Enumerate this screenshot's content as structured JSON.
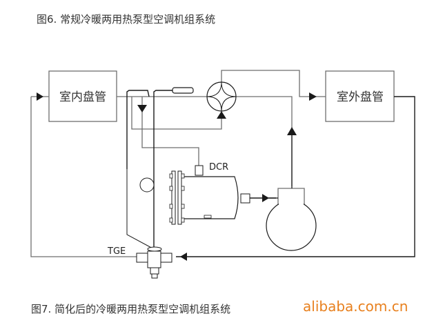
{
  "figure_captions": {
    "top": "图6. 常规冷暖两用热泵型空调机组系统",
    "bottom": "图7. 简化后的冷暖两用热泵型空调机组系统"
  },
  "watermark": "alibaba.com.cn",
  "components": {
    "indoor_coil": "室内盘管",
    "outdoor_coil": "室外盘管",
    "dcr_label": "DCR",
    "tge_label": "TGE"
  },
  "icons": {
    "four_way_valve": "four-way-valve-icon",
    "compressor": "compressor-icon",
    "filter_drier": "filter-drier-icon",
    "expansion_valve": "expansion-valve-icon",
    "sensing_bulb": "sensing-bulb-icon",
    "sight_glass": "sight-glass-icon"
  },
  "colors": {
    "pipe_gray": "#6e6e6e",
    "pipe_black": "#1a1a1a",
    "watermark": "#e8801e"
  }
}
